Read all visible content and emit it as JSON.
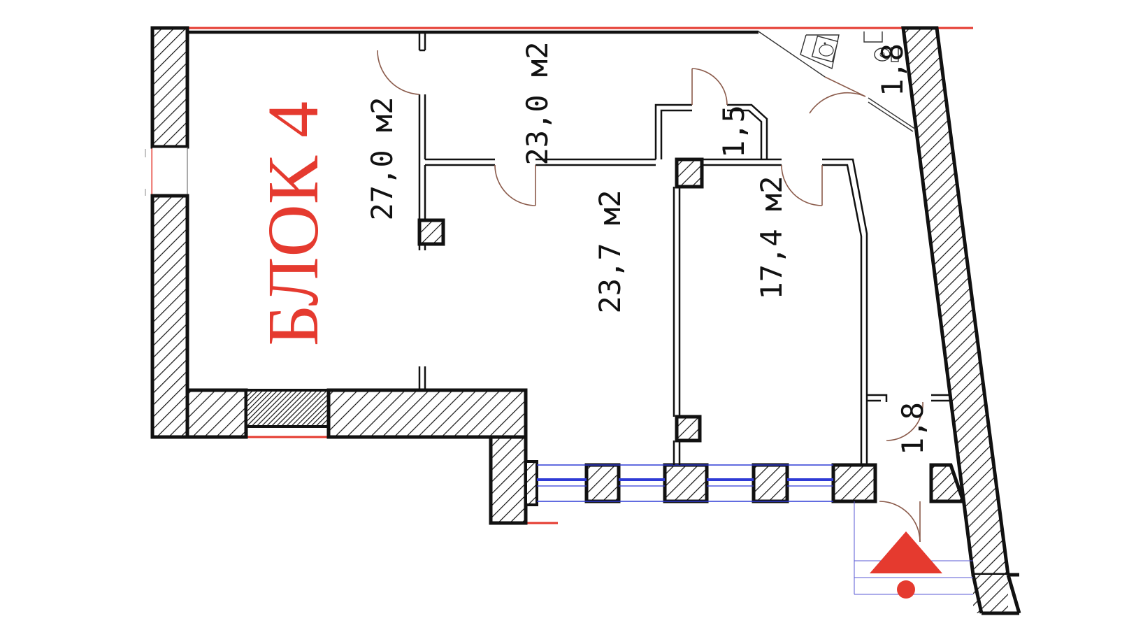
{
  "block": {
    "label": "БЛОК 4",
    "color": "#e53a2f"
  },
  "rooms": [
    {
      "label": "27,0 м2"
    },
    {
      "label": "23,0 м2"
    },
    {
      "label": "1,5"
    },
    {
      "label": "1,8"
    },
    {
      "label": "23,7 м2"
    },
    {
      "label": "17,4 м2"
    },
    {
      "label": "1,8"
    }
  ],
  "colors": {
    "outline": "#e53a2f",
    "walls": "#111111",
    "window_frame": "#2f3bd6",
    "entrance_marker": "#e53a2f"
  },
  "entrance": {
    "marker_icon": "entrance-triangle-icon"
  }
}
